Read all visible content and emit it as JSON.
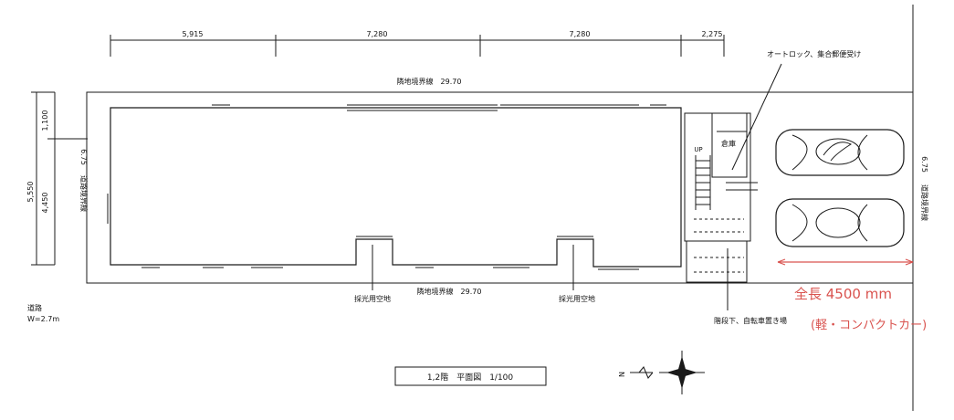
{
  "dimensions": {
    "top": [
      "5,915",
      "7,280",
      "7,280",
      "2,275"
    ],
    "left_outer": "5,550",
    "left_inner_top": "1,100",
    "left_inner_bottom": "4,450",
    "left_site": "6.75",
    "right_site": "6.75"
  },
  "labels": {
    "boundary_top": "隣地境界線　29.70",
    "boundary_bottom": "隣地境界線　29.70",
    "road_boundary_left": "道路境界線",
    "road_boundary_right": "道路境界線",
    "autolock": "オートロック、集合郵便受け",
    "storage": "倉庫",
    "up": "UP",
    "lightwell_1": "採光用空地",
    "lightwell_2": "採光用空地",
    "bicycle": "階段下、自転車置き場",
    "road_width_title": "道路",
    "road_width_value": "W=2.7m",
    "plan_title": "1,2階　平面図　1/100",
    "north": "N"
  },
  "annotations": {
    "car_length": "全長 4500 mm",
    "car_type": "(軽・コンパクトカー)",
    "annotation_color": "#d9534f"
  },
  "icons": [
    "car-icon",
    "car-icon",
    "compass-icon",
    "north-arrow-icon"
  ]
}
